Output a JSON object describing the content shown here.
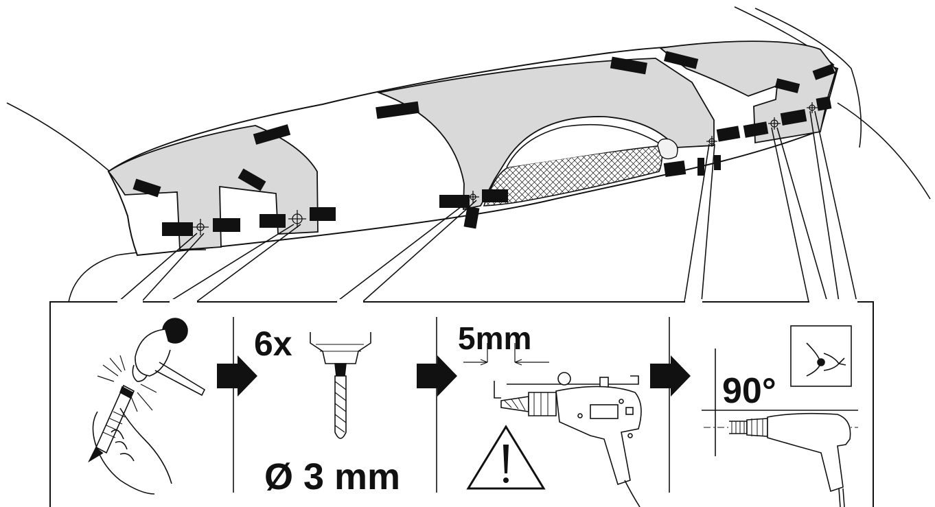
{
  "steps": {
    "drill": {
      "count": "6x",
      "diameter": "Ø 3 mm"
    },
    "depth": {
      "label": "5mm"
    },
    "angle": {
      "label": "90°"
    }
  },
  "icons": [
    "hammer-icon",
    "center-punch-icon",
    "drill-bit-icon",
    "drill-with-depth-stop-icon",
    "warning-icon",
    "eye-icon",
    "drill-icon"
  ],
  "colors": {
    "tape": "#111111",
    "template": "#d9d9d9",
    "line": "#111111",
    "background": "#ffffff"
  }
}
